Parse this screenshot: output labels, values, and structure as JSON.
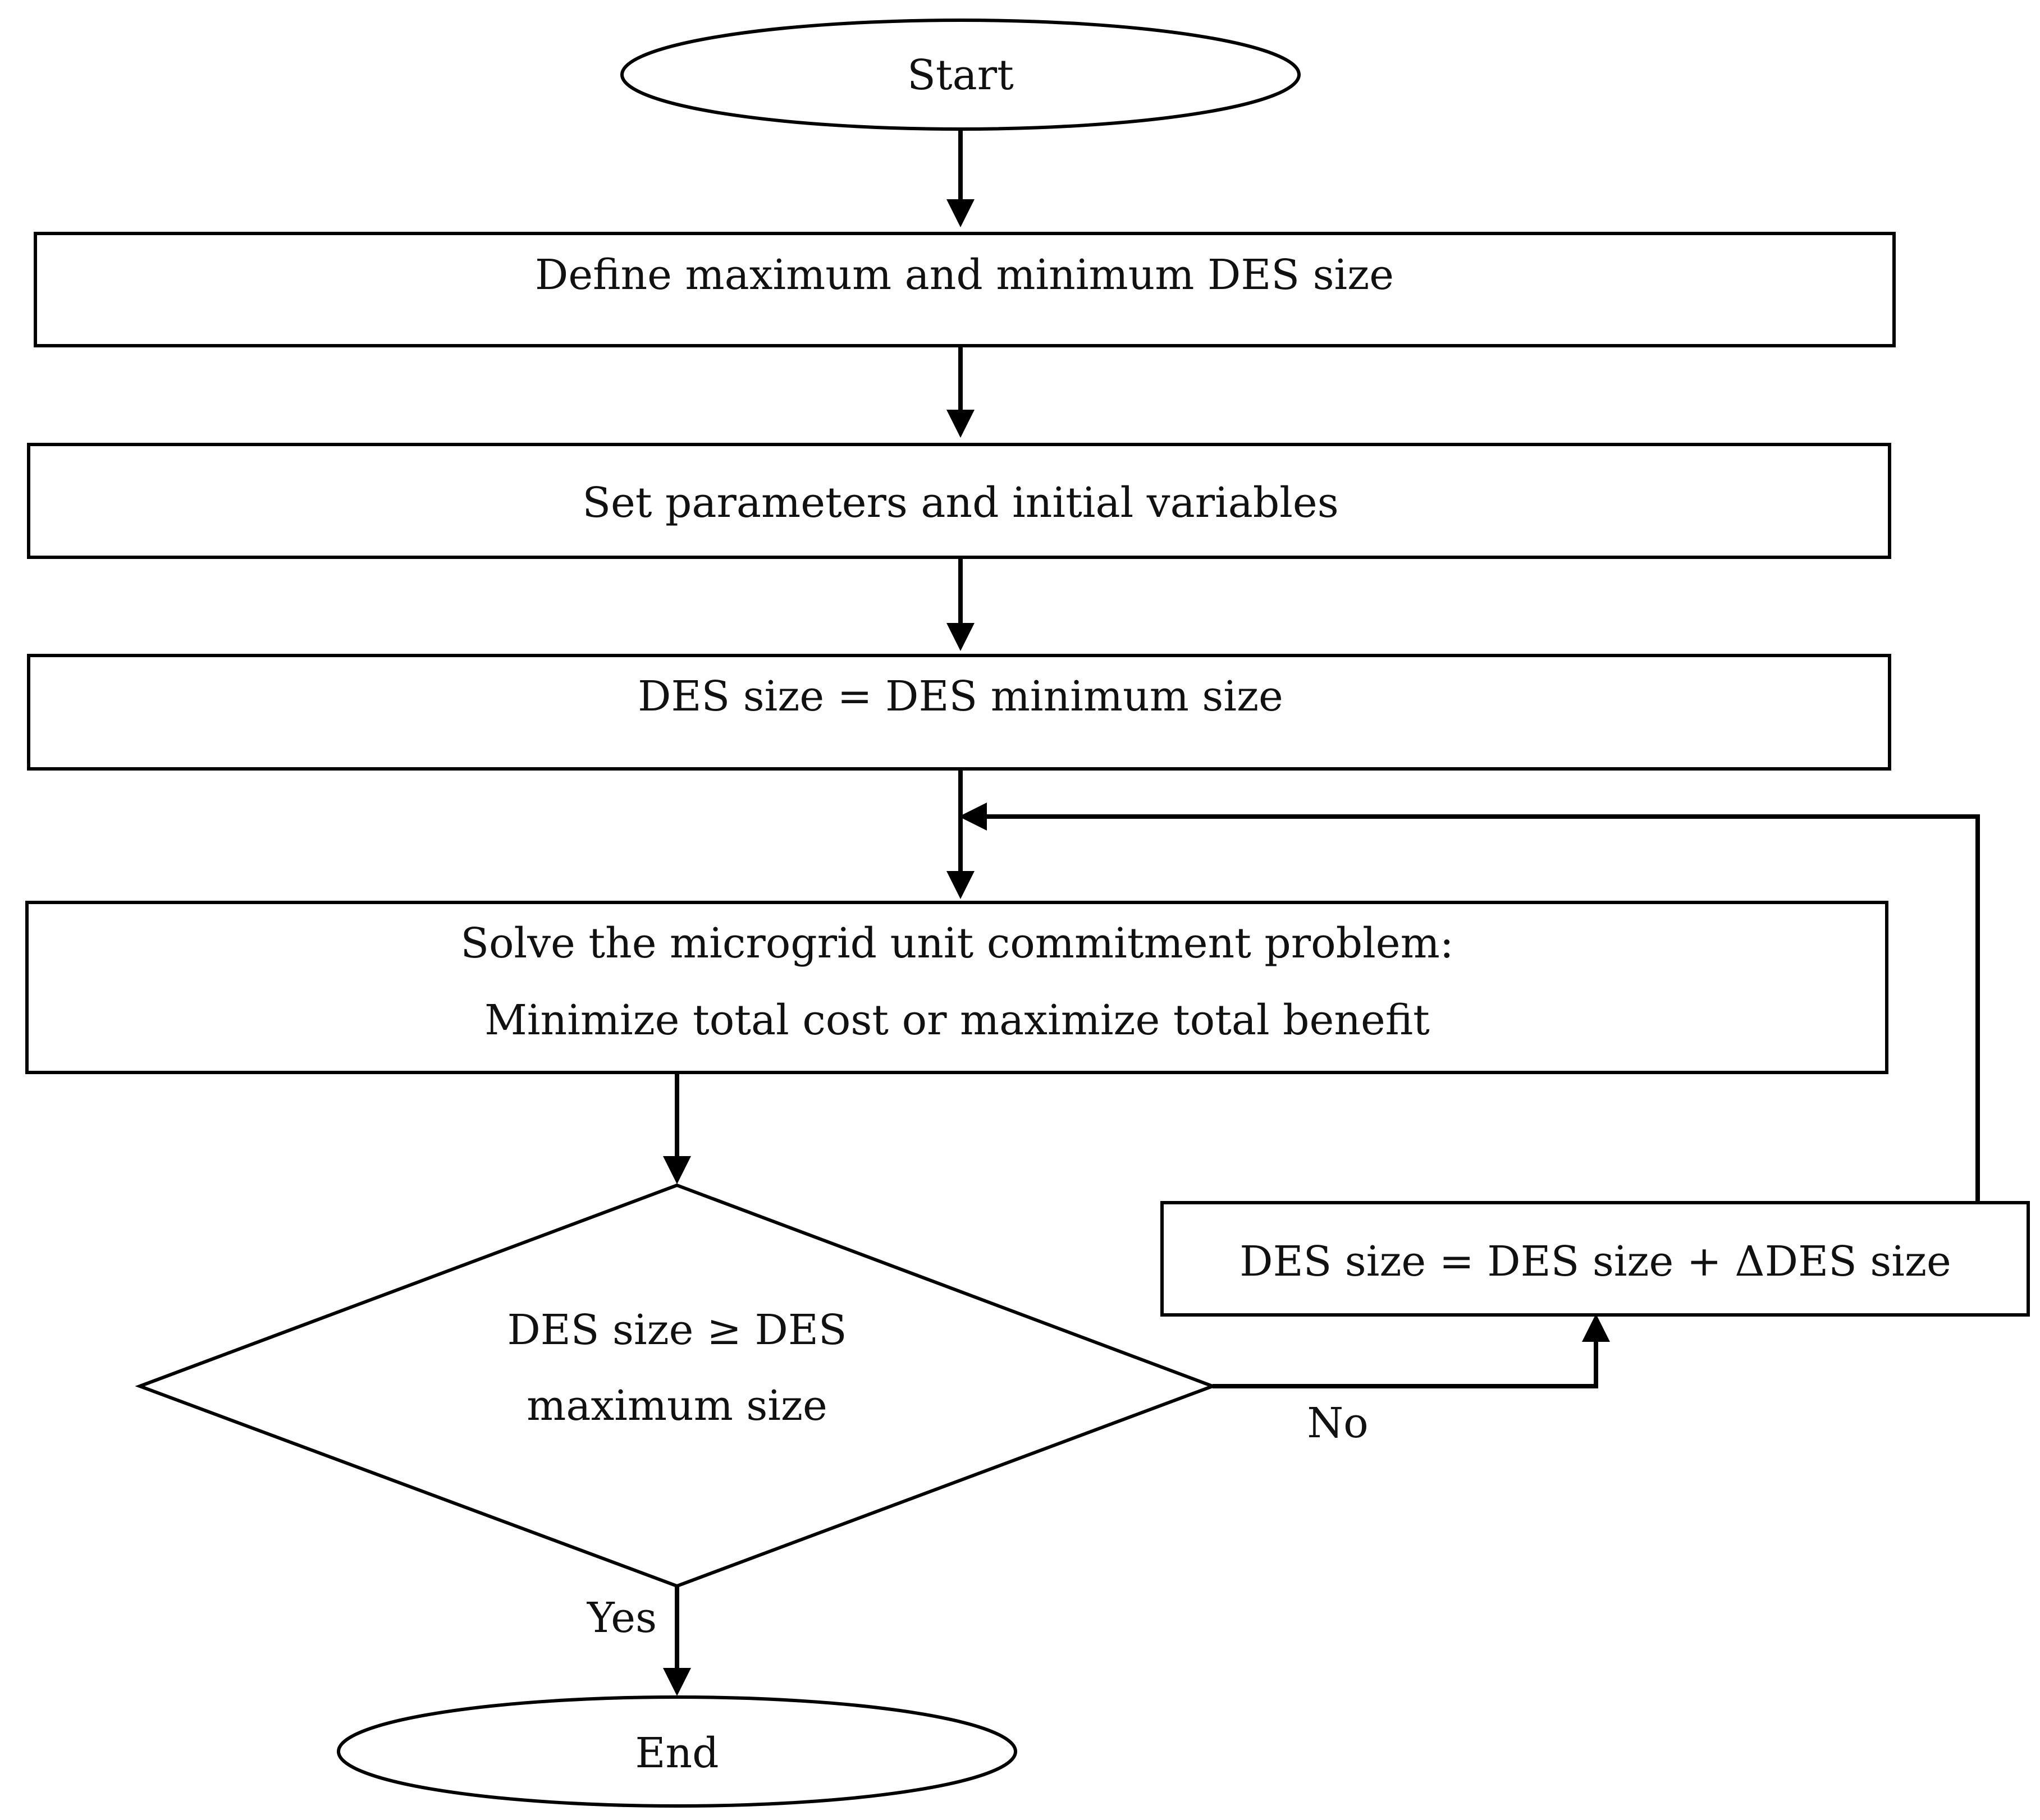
{
  "diagram": {
    "nodes": {
      "start": {
        "label": "Start"
      },
      "define": {
        "label": "Define maximum and minimum DES size"
      },
      "set_params": {
        "label": "Set parameters and initial variables"
      },
      "des_init": {
        "label": "DES size = DES minimum size"
      },
      "solve": {
        "line1": "Solve the microgrid unit commitment problem:",
        "line2": "Minimize total cost or maximize total benefit"
      },
      "decision": {
        "line1": "DES size ≥ DES",
        "line2": "maximum size"
      },
      "increment": {
        "label": "DES size = DES size + ΔDES size"
      },
      "end": {
        "label": "End"
      }
    },
    "edges": {
      "no_label": "No",
      "yes_label": "Yes"
    }
  }
}
